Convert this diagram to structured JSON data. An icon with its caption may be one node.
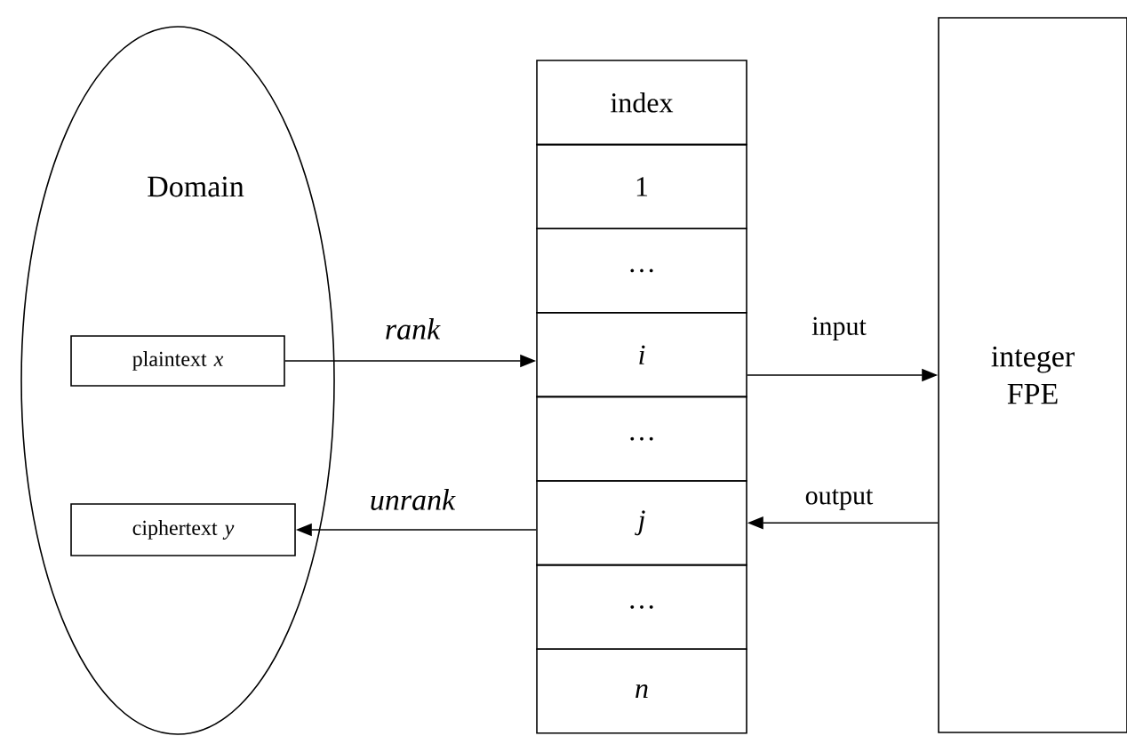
{
  "diagram": {
    "nodes": [
      {
        "text": [
          "Domain"
        ]
      },
      {
        "text": [
          "plaintext *x*"
        ],
        "in": 0
      },
      {
        "text": [
          "ciphertext *y*"
        ],
        "in": 0
      },
      {
        "text": [
          "index"
        ]
      },
      {
        "text": [
          "1"
        ]
      },
      {
        "text": [
          "…"
        ]
      },
      {
        "text": [
          "i"
        ]
      },
      {
        "text": [
          "…"
        ]
      },
      {
        "text": [
          "j"
        ]
      },
      {
        "text": [
          "…"
        ]
      },
      {
        "text": [
          "n"
        ]
      },
      {
        "text": [
          "integer FPE"
        ]
      }
    ],
    "edges": [
      {
        "from": 1,
        "to": 6,
        "arrow": "to",
        "label": "rank"
      },
      {
        "from": 8,
        "to": 2,
        "arrow": "to",
        "label": "unrank"
      },
      {
        "from": 6,
        "to": 11,
        "arrow": "to",
        "label": "input"
      },
      {
        "from": 11,
        "to": 8,
        "arrow": "to",
        "label": "output"
      }
    ]
  }
}
